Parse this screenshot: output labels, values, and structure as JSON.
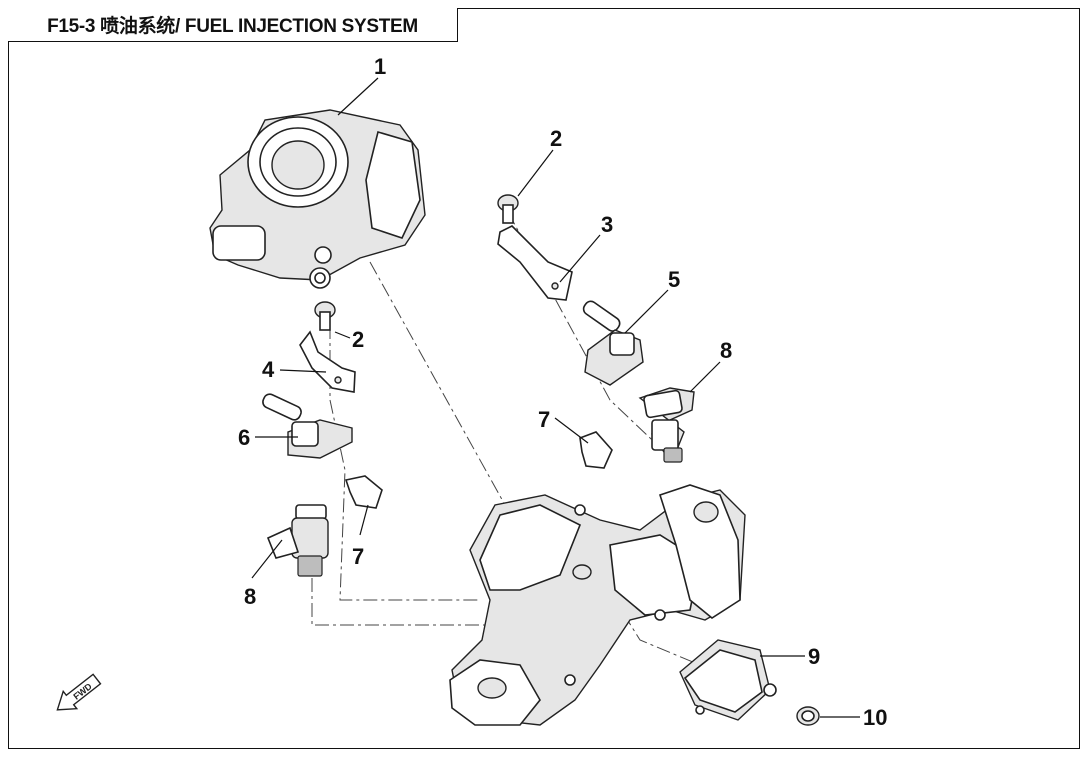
{
  "title": "F15-3 喷油系统/ FUEL INJECTION SYSTEM",
  "direction_marker": "FWD",
  "callouts": [
    {
      "id": "1",
      "text": "1"
    },
    {
      "id": "2a",
      "text": "2"
    },
    {
      "id": "2b",
      "text": "2"
    },
    {
      "id": "3",
      "text": "3"
    },
    {
      "id": "4",
      "text": "4"
    },
    {
      "id": "5",
      "text": "5"
    },
    {
      "id": "6",
      "text": "6"
    },
    {
      "id": "7a",
      "text": "7"
    },
    {
      "id": "7b",
      "text": "7"
    },
    {
      "id": "8a",
      "text": "8"
    },
    {
      "id": "8b",
      "text": "8"
    },
    {
      "id": "9",
      "text": "9"
    },
    {
      "id": "10",
      "text": "10"
    }
  ]
}
